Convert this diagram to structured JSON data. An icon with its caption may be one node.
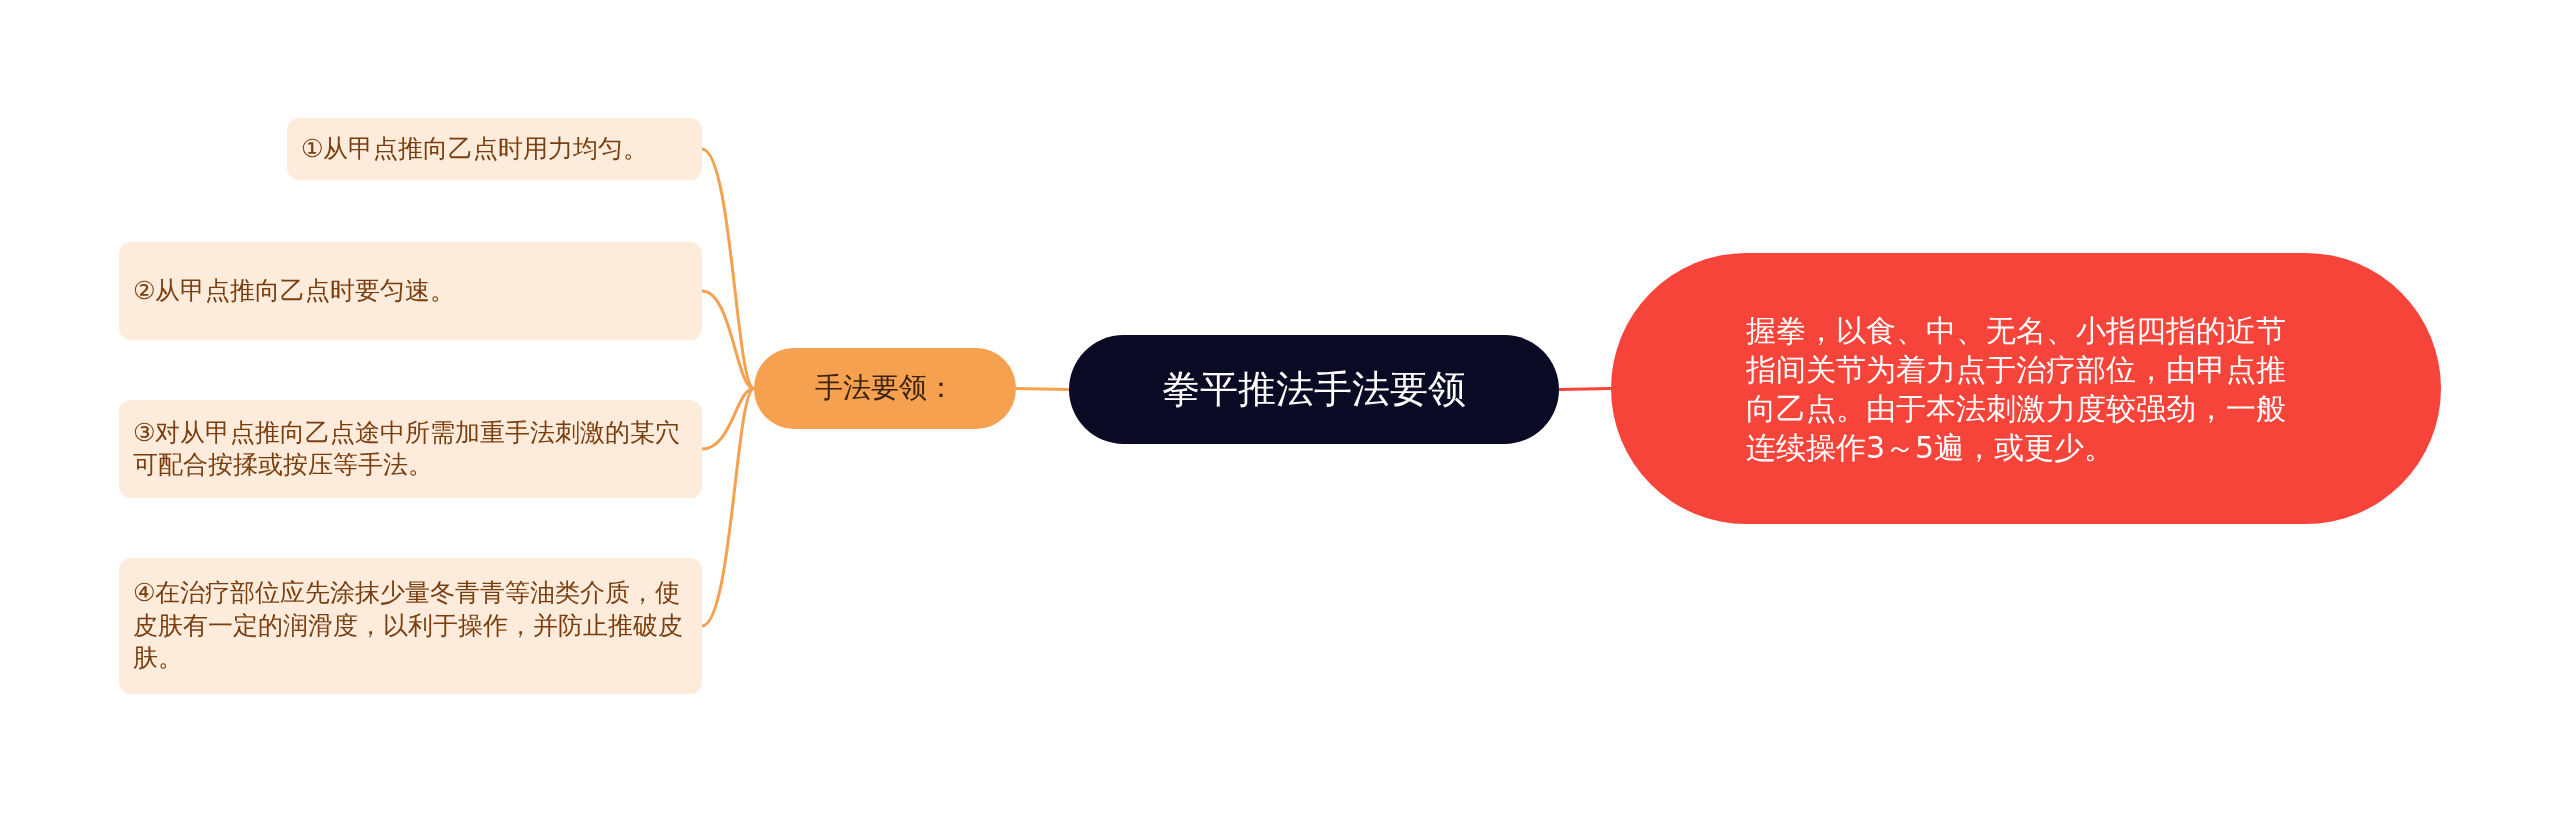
{
  "diagram": {
    "nodes": [
      {
        "text": [
          "拳平推法手法要领"
        ]
      },
      {
        "text": [
          "手法要领："
        ]
      },
      {
        "text": [
          "①从甲点推向乙点时用力均匀。"
        ]
      },
      {
        "text": [
          "②从甲点推向乙点时要匀速。"
        ]
      },
      {
        "text": [
          "③对从甲点推向乙点途中所需加重手法刺激的某穴可配合按揉或按压等手法。"
        ]
      },
      {
        "text": [
          "④在治疗部位应先涂抹少量冬青青等油类介质，使皮肤有一定的润滑度，以利于操作，并防止推破皮肤。"
        ]
      },
      {
        "text": [
          "握拳，以食、中、无名、小指四指的近节指间关节为着力点于治疗部位，由甲点推向乙点。由于本法刺激力度较强劲，一般连续操作3～5遍，或更少。"
        ]
      }
    ],
    "edges": [
      {
        "from": 0,
        "to": 1,
        "arrow": "none",
        "color": "#f5a150"
      },
      {
        "from": 1,
        "to": 2,
        "arrow": "none",
        "color": "#f5a150"
      },
      {
        "from": 1,
        "to": 3,
        "arrow": "none",
        "color": "#f5a150"
      },
      {
        "from": 1,
        "to": 4,
        "arrow": "none",
        "color": "#f5a150"
      },
      {
        "from": 1,
        "to": 5,
        "arrow": "none",
        "color": "#f5a150"
      },
      {
        "from": 0,
        "to": 6,
        "arrow": "none",
        "color": "#f7443a"
      }
    ]
  }
}
